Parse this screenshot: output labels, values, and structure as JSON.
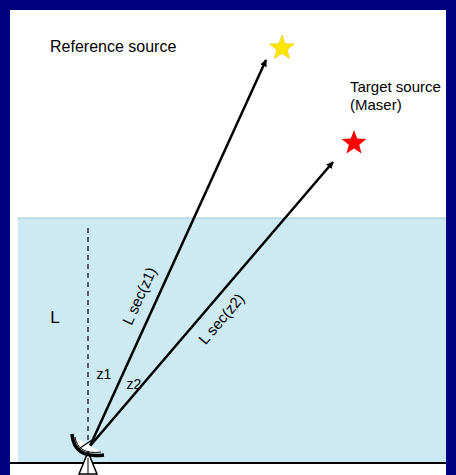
{
  "diagram": {
    "labels": [
      "Reference source",
      "Target source (Maser)",
      "L",
      "L sec(z1)",
      "L sec(z2)",
      "z1",
      "z2"
    ]
  }
}
